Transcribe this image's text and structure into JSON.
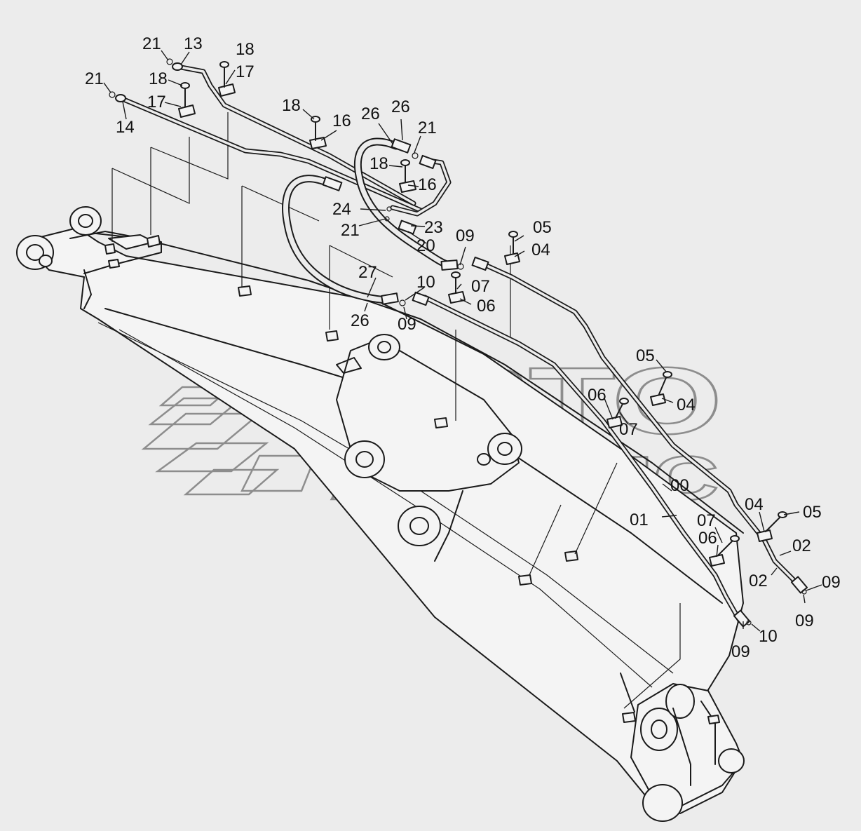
{
  "watermark": {
    "line1": "АВТО",
    "line2": "АЛЬЯНС"
  },
  "callouts": [
    {
      "id": "c21a",
      "text": "21"
    },
    {
      "id": "c13",
      "text": "13"
    },
    {
      "id": "c18a",
      "text": "18"
    },
    {
      "id": "c21b",
      "text": "21"
    },
    {
      "id": "c18b",
      "text": "18"
    },
    {
      "id": "c17a",
      "text": "17"
    },
    {
      "id": "c17b",
      "text": "17"
    },
    {
      "id": "c14",
      "text": "14"
    },
    {
      "id": "c18c",
      "text": "18"
    },
    {
      "id": "c16a",
      "text": "16"
    },
    {
      "id": "c26a",
      "text": "26"
    },
    {
      "id": "c26b",
      "text": "26"
    },
    {
      "id": "c21c",
      "text": "21"
    },
    {
      "id": "c18d",
      "text": "18"
    },
    {
      "id": "c16b",
      "text": "16"
    },
    {
      "id": "c24",
      "text": "24"
    },
    {
      "id": "c23",
      "text": "23"
    },
    {
      "id": "c21d",
      "text": "21"
    },
    {
      "id": "c20",
      "text": "20"
    },
    {
      "id": "c09a",
      "text": "09"
    },
    {
      "id": "c05a",
      "text": "05"
    },
    {
      "id": "c04a",
      "text": "04"
    },
    {
      "id": "c27",
      "text": "27"
    },
    {
      "id": "c10a",
      "text": "10"
    },
    {
      "id": "c07a",
      "text": "07"
    },
    {
      "id": "c06a",
      "text": "06"
    },
    {
      "id": "c26c",
      "text": "26"
    },
    {
      "id": "c09b",
      "text": "09"
    },
    {
      "id": "c05b",
      "text": "05"
    },
    {
      "id": "c06b",
      "text": "06"
    },
    {
      "id": "c04b",
      "text": "04"
    },
    {
      "id": "c07b",
      "text": "07"
    },
    {
      "id": "c00",
      "text": "00"
    },
    {
      "id": "c01",
      "text": "01"
    },
    {
      "id": "c04c",
      "text": "04"
    },
    {
      "id": "c05c",
      "text": "05"
    },
    {
      "id": "c07c",
      "text": "07"
    },
    {
      "id": "c06c",
      "text": "06"
    },
    {
      "id": "c02a",
      "text": "02"
    },
    {
      "id": "c02b",
      "text": "02"
    },
    {
      "id": "c09c",
      "text": "09"
    },
    {
      "id": "c09d",
      "text": "09"
    },
    {
      "id": "c09e",
      "text": "09"
    },
    {
      "id": "c10b",
      "text": "10"
    }
  ]
}
